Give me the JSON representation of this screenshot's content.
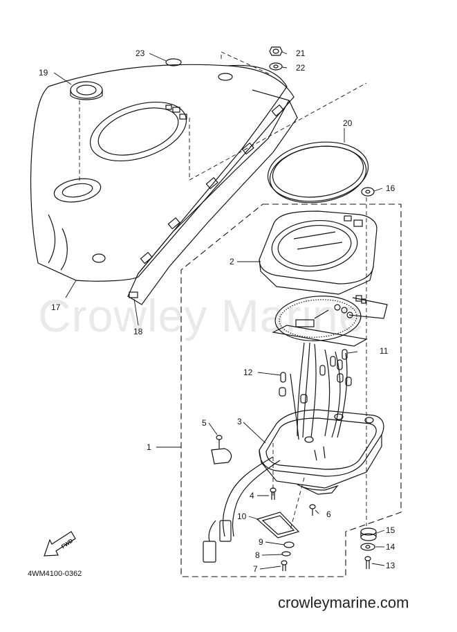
{
  "diagram": {
    "watermark": "Crowley Marine",
    "footer_url": "crowleymarine.com",
    "drawing_code": "4WM4100-0362",
    "fwd_label": "FWD",
    "callouts": [
      {
        "id": "c1",
        "label": "1"
      },
      {
        "id": "c2",
        "label": "2"
      },
      {
        "id": "c3",
        "label": "3"
      },
      {
        "id": "c4",
        "label": "4"
      },
      {
        "id": "c5",
        "label": "5"
      },
      {
        "id": "c6",
        "label": "6"
      },
      {
        "id": "c7",
        "label": "7"
      },
      {
        "id": "c8",
        "label": "8"
      },
      {
        "id": "c9",
        "label": "9"
      },
      {
        "id": "c10",
        "label": "10"
      },
      {
        "id": "c11",
        "label": "11"
      },
      {
        "id": "c12",
        "label": "12"
      },
      {
        "id": "c13",
        "label": "13"
      },
      {
        "id": "c14",
        "label": "14"
      },
      {
        "id": "c15",
        "label": "15"
      },
      {
        "id": "c16",
        "label": "16"
      },
      {
        "id": "c17",
        "label": "17"
      },
      {
        "id": "c18",
        "label": "18"
      },
      {
        "id": "c19",
        "label": "19"
      },
      {
        "id": "c20",
        "label": "20"
      },
      {
        "id": "c21",
        "label": "21"
      },
      {
        "id": "c22",
        "label": "22"
      },
      {
        "id": "c23",
        "label": "23"
      }
    ]
  }
}
